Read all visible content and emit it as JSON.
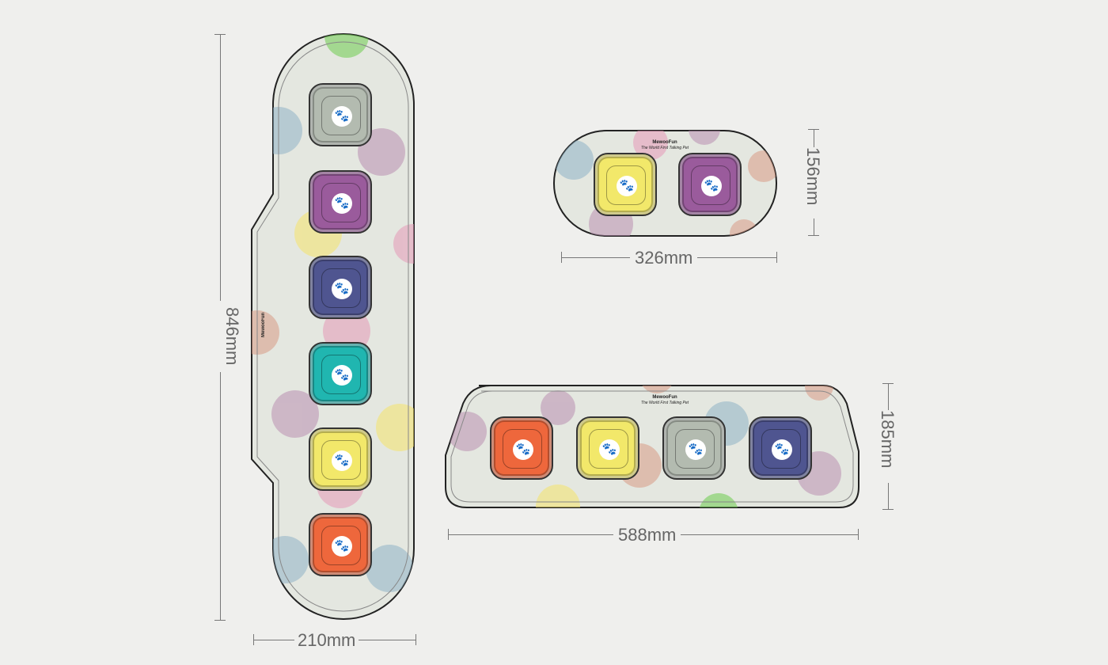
{
  "brand": {
    "name": "MewooFun",
    "tagline": "The World First Talking Pet"
  },
  "pads": [
    {
      "id": "tall",
      "buttons": [
        "#b3bbb0",
        "#9a5b9c",
        "#4f5590",
        "#20b6b0",
        "#f2e86a",
        "#ee673c"
      ]
    },
    {
      "id": "small",
      "buttons": [
        "#f2e86a",
        "#9a5b9c"
      ]
    },
    {
      "id": "wide",
      "buttons": [
        "#ee673c",
        "#f2e86a",
        "#b3bbb0",
        "#4f5590"
      ]
    }
  ],
  "dimensions": {
    "tall_height": "846mm",
    "tall_width": "210mm",
    "small_height": "156mm",
    "small_width": "326mm",
    "wide_height": "185mm",
    "wide_width": "588mm"
  },
  "paw_icon": "🐾"
}
